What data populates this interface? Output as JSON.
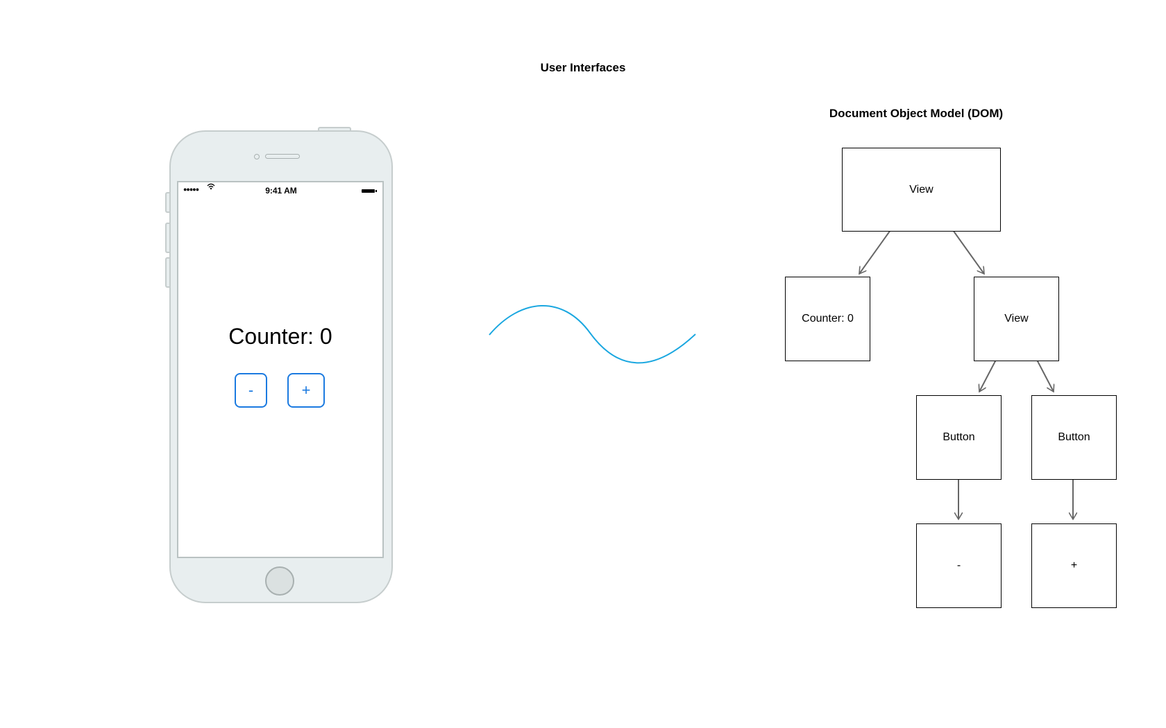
{
  "title": "User Interfaces",
  "phone": {
    "status": {
      "signal": "●●●●●",
      "wifi_icon": "wifi-icon",
      "time": "9:41 AM",
      "battery_icon": "battery-icon"
    },
    "counter_text": "Counter: 0",
    "minus_label": "-",
    "plus_label": "+",
    "accent_color": "#1b7ae0",
    "frame_color": "#e8eeef"
  },
  "wave": {
    "color": "#1aa7e0"
  },
  "dom": {
    "title": "Document Object Model (DOM)",
    "nodes": {
      "root_view": "View",
      "counter": "Counter: 0",
      "inner_view": "View",
      "button_minus": "Button",
      "button_plus": "Button",
      "minus_text": "-",
      "plus_text": "+"
    },
    "edge_color": "#666666"
  }
}
